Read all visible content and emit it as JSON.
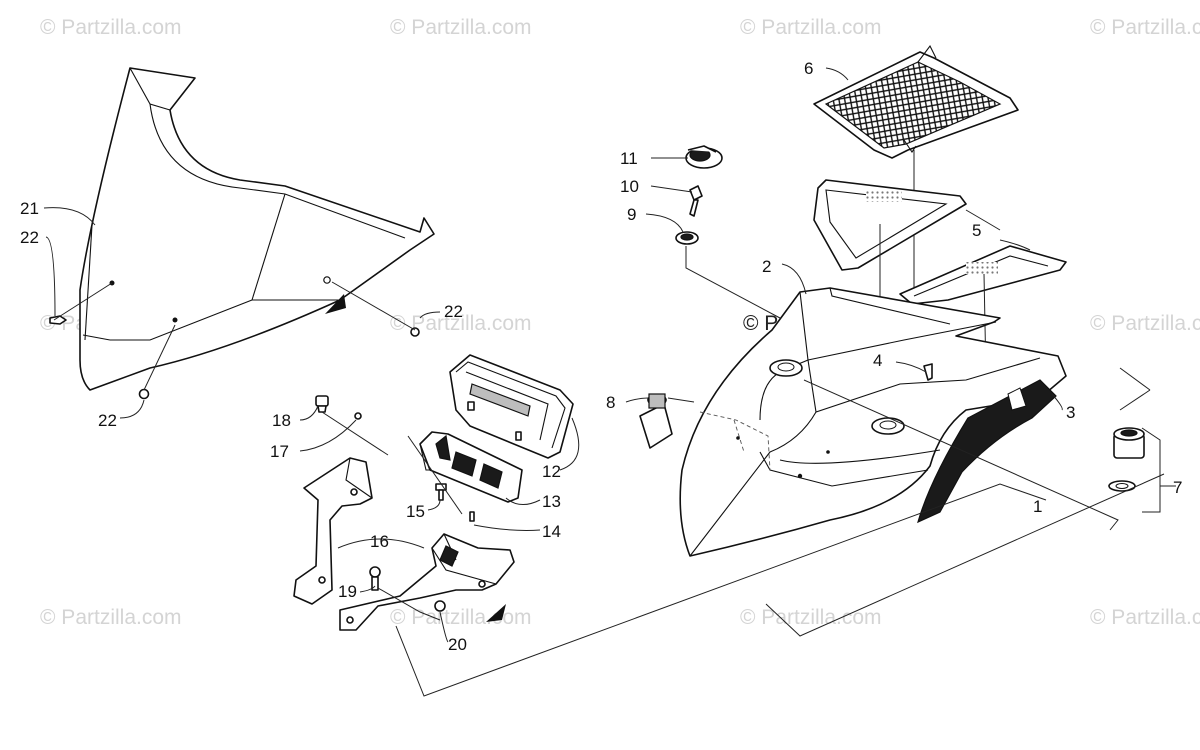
{
  "watermark": {
    "text": "© Partzilla.com",
    "center_text": "© Partzilla.com"
  },
  "callouts": {
    "c1": "1",
    "c2": "2",
    "c3": "3",
    "c4": "4",
    "c5": "5",
    "c6": "6",
    "c7": "7",
    "c8": "8",
    "c9": "9",
    "c10": "10",
    "c11": "11",
    "c12": "12",
    "c13": "13",
    "c14": "14",
    "c15": "15",
    "c16": "16",
    "c17": "17",
    "c18": "18",
    "c19": "19",
    "c20": "20",
    "c21": "21",
    "c22a": "22",
    "c22b": "22",
    "c22c": "22"
  },
  "colors": {
    "line": "#111111",
    "watermark": "#d4d4d4",
    "background": "#ffffff"
  }
}
